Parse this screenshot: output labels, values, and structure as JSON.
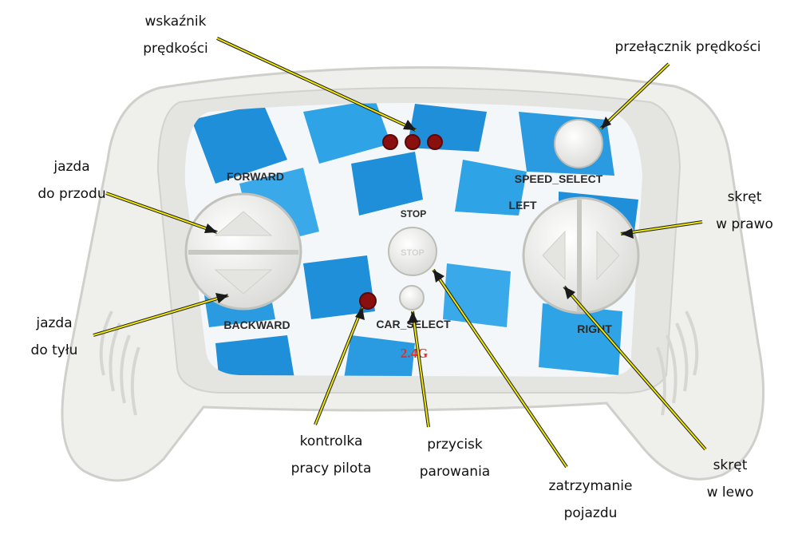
{
  "remote": {
    "labels": {
      "forward": "FORWARD",
      "backward": "BACKWARD",
      "stop": "STOP",
      "stop_button_text": "STOP",
      "speed_select": "SPEED_SELECT",
      "left": "LEFT",
      "right": "RIGHT",
      "car_select": "CAR_SELECT",
      "band": "2.4G"
    },
    "colors": {
      "body": "#f1f1ef",
      "panel_blue": "#1e8fd8",
      "led": "#8a0f0f",
      "band_text": "#e0302a",
      "leader_line": "#f0e800"
    }
  },
  "callouts": {
    "speed_indicator": [
      "wskaźnik",
      "prędkości"
    ],
    "speed_switch": [
      "przełącznik prędkości"
    ],
    "drive_forward": [
      "jazda",
      "do przodu"
    ],
    "turn_right": [
      "skręt",
      "w prawo"
    ],
    "drive_backward": [
      "jazda",
      "do tyłu"
    ],
    "pilot_light": [
      "kontrolka",
      "pracy pilota"
    ],
    "pairing_button": [
      "przycisk",
      "parowania"
    ],
    "stop_vehicle": [
      "zatrzymanie",
      "pojazdu"
    ],
    "turn_left": [
      "skręt",
      "w lewo"
    ]
  }
}
